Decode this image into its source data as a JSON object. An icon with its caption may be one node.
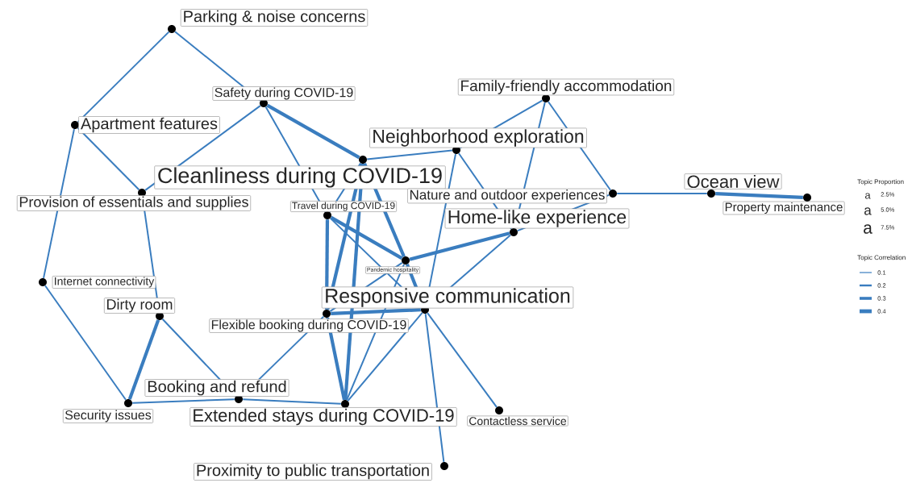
{
  "diagram": {
    "nodes": [
      {
        "text": [],
        "shape": "circle",
        "beside": [
          "Parking & noise concerns"
        ]
      },
      {
        "text": [],
        "shape": "circle",
        "beside": [
          "Safety during COVID-19"
        ]
      },
      {
        "text": [],
        "shape": "circle",
        "beside": [
          "Apartment features"
        ]
      },
      {
        "text": [],
        "shape": "circle",
        "beside": [
          "Cleanliness during COVID-19"
        ]
      },
      {
        "text": [],
        "shape": "circle",
        "beside": [
          "Provision of essentials and supplies"
        ]
      },
      {
        "text": [],
        "shape": "circle",
        "beside": [
          "Family-friendly accommodation"
        ]
      },
      {
        "text": [],
        "shape": "circle",
        "beside": [
          "Neighborhood exploration"
        ]
      },
      {
        "text": [],
        "shape": "circle",
        "beside": [
          "Nature and outdoor experiences"
        ]
      },
      {
        "text": [],
        "shape": "circle",
        "beside": [
          "Ocean view"
        ]
      },
      {
        "text": [],
        "shape": "circle",
        "beside": [
          "Property maintenance"
        ]
      },
      {
        "text": [],
        "shape": "circle",
        "beside": [
          "Travel during COVID-19"
        ]
      },
      {
        "text": [],
        "shape": "circle",
        "beside": [
          "Home-like experience"
        ]
      },
      {
        "text": [],
        "shape": "circle",
        "beside": [
          "Pandemic hospitality"
        ]
      },
      {
        "text": [],
        "shape": "circle",
        "beside": [
          "Internet connectivity"
        ]
      },
      {
        "text": [],
        "shape": "circle",
        "beside": [
          "Responsive communication"
        ]
      },
      {
        "text": [],
        "shape": "circle",
        "beside": [
          "Dirty room"
        ]
      },
      {
        "text": [],
        "shape": "circle",
        "beside": [
          "Flexible booking during COVID-19"
        ]
      },
      {
        "text": [],
        "shape": "circle",
        "beside": [
          "Booking and refund"
        ]
      },
      {
        "text": [],
        "shape": "circle",
        "beside": [
          "Security issues"
        ]
      },
      {
        "text": [],
        "shape": "circle",
        "beside": [
          "Extended stays during COVID-19"
        ]
      },
      {
        "text": [],
        "shape": "circle",
        "beside": [
          "Contactless service"
        ]
      },
      {
        "text": [],
        "shape": "circle",
        "beside": [
          "Proximity to public transportation"
        ]
      }
    ],
    "edges": [
      {
        "from": 0,
        "to": 2,
        "arrow": "none"
      },
      {
        "from": 0,
        "to": 1,
        "arrow": "none"
      },
      {
        "from": 2,
        "to": 13,
        "arrow": "none"
      },
      {
        "from": 2,
        "to": 4,
        "arrow": "none"
      },
      {
        "from": 1,
        "to": 4,
        "arrow": "none"
      },
      {
        "from": 1,
        "to": 3,
        "arrow": "none",
        "style": "thick"
      },
      {
        "from": 1,
        "to": 10,
        "arrow": "none"
      },
      {
        "from": 4,
        "to": 15,
        "arrow": "none"
      },
      {
        "from": 3,
        "to": 6,
        "arrow": "none"
      },
      {
        "from": 3,
        "to": 10,
        "arrow": "none"
      },
      {
        "from": 3,
        "to": 16,
        "arrow": "none",
        "style": "thick"
      },
      {
        "from": 3,
        "to": 12,
        "arrow": "none",
        "style": "thick"
      },
      {
        "from": 3,
        "to": 19,
        "arrow": "none",
        "style": "thick"
      },
      {
        "from": 5,
        "to": 6,
        "arrow": "none"
      },
      {
        "from": 5,
        "to": 11,
        "arrow": "none"
      },
      {
        "from": 5,
        "to": 7,
        "arrow": "none"
      },
      {
        "from": 6,
        "to": 11,
        "arrow": "none"
      },
      {
        "from": 6,
        "to": 14,
        "arrow": "none"
      },
      {
        "from": 7,
        "to": 8,
        "arrow": "none"
      },
      {
        "from": 7,
        "to": 11,
        "arrow": "none"
      },
      {
        "from": 8,
        "to": 9,
        "arrow": "none",
        "style": "thick"
      },
      {
        "from": 10,
        "to": 16,
        "arrow": "none",
        "style": "thick"
      },
      {
        "from": 10,
        "to": 12,
        "arrow": "none",
        "style": "thick"
      },
      {
        "from": 10,
        "to": 14,
        "arrow": "none"
      },
      {
        "from": 11,
        "to": 12,
        "arrow": "none",
        "style": "thick"
      },
      {
        "from": 11,
        "to": 14,
        "arrow": "none"
      },
      {
        "from": 12,
        "to": 14,
        "arrow": "none",
        "style": "thick"
      },
      {
        "from": 12,
        "to": 16,
        "arrow": "none"
      },
      {
        "from": 12,
        "to": 19,
        "arrow": "none"
      },
      {
        "from": 13,
        "to": 18,
        "arrow": "none"
      },
      {
        "from": 14,
        "to": 16,
        "arrow": "none",
        "style": "thick"
      },
      {
        "from": 14,
        "to": 19,
        "arrow": "none"
      },
      {
        "from": 14,
        "to": 20,
        "arrow": "none"
      },
      {
        "from": 14,
        "to": 21,
        "arrow": "none"
      },
      {
        "from": 15,
        "to": 18,
        "arrow": "none",
        "style": "thick"
      },
      {
        "from": 15,
        "to": 17,
        "arrow": "none"
      },
      {
        "from": 16,
        "to": 17,
        "arrow": "none"
      },
      {
        "from": 16,
        "to": 19,
        "arrow": "none",
        "style": "thick"
      },
      {
        "from": 18,
        "to": 17,
        "arrow": "none"
      },
      {
        "from": 17,
        "to": 19,
        "arrow": "none"
      }
    ],
    "labels": [
      "Topic Proportion",
      "a",
      "a",
      "a",
      "Topic Correlation"
    ],
    "legend": [
      {
        "text": "2.5%"
      },
      {
        "text": "5.0%"
      },
      {
        "text": "7.5%"
      },
      {
        "text": "0.1"
      },
      {
        "text": "0.2"
      },
      {
        "text": "0.3"
      },
      {
        "text": "0.4"
      }
    ]
  }
}
